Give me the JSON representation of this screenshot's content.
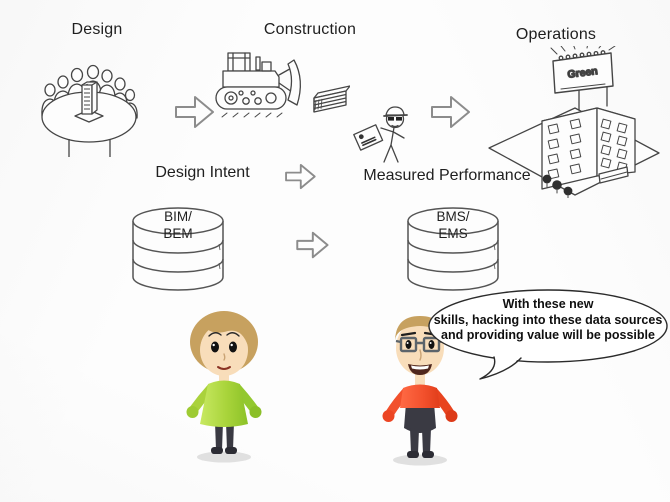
{
  "stages": [
    {
      "label": "Design"
    },
    {
      "label": "Construction"
    },
    {
      "label": "Operations"
    }
  ],
  "flow": {
    "left": "Design Intent",
    "right": "Measured Performance"
  },
  "databases": [
    {
      "line1": "BIM/",
      "line2": "BEM"
    },
    {
      "line1": "BMS/",
      "line2": "EMS"
    }
  ],
  "building_sign": "Green",
  "speech_bubble": {
    "lines": [
      "With these new",
      "skills, hacking into these data sources",
      "and providing value will be possible"
    ]
  },
  "icons": [
    "design-roundtable-icon",
    "bulldozer-icon",
    "lumber-stack-icon",
    "worker-with-plans-icon",
    "green-building-icon",
    "database-icon",
    "block-arrow-right-icon",
    "female-avatar",
    "male-avatar",
    "speech-bubble"
  ],
  "colors": {
    "text": "#1f1f1f",
    "sketch_line": "#454545",
    "arrow_outline": "#8c8c8c",
    "hair": "#c7a15f",
    "skin": "#f8ddba",
    "female_dress": "#a9d43b",
    "male_shirt": "#f2502c",
    "legs": "#3a3a43",
    "shadow": "#d8d8d8"
  }
}
